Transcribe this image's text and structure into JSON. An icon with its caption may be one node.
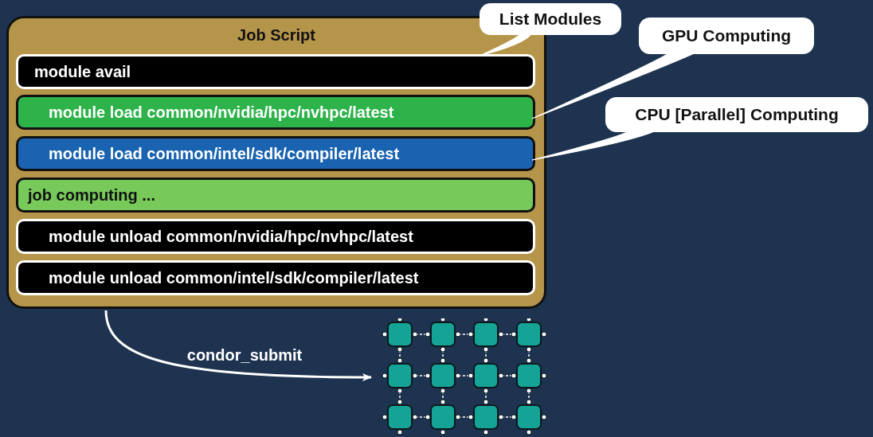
{
  "diagram": {
    "nodes": [
      {
        "text": [
          "Job Script"
        ]
      },
      {
        "text": [
          "module avail"
        ],
        "in": 0
      },
      {
        "text": [
          "module load common/nvidia/hpc/nvhpc/latest"
        ],
        "in": 0
      },
      {
        "text": [
          "module load common/intel/sdk/compiler/latest"
        ],
        "in": 0
      },
      {
        "text": [
          "job computing ..."
        ],
        "in": 0
      },
      {
        "text": [
          "module unload common/nvidia/hpc/nvhpc/latest"
        ],
        "in": 0
      },
      {
        "text": [
          "module unload common/intel/sdk/compiler/latest"
        ],
        "in": 0
      },
      {
        "text": [
          "List Modules"
        ]
      },
      {
        "text": [
          "GPU Computing"
        ]
      },
      {
        "text": [
          "CPU [Parallel] Computing"
        ]
      },
      {
        "text": [],
        "shape": "picture"
      }
    ],
    "edges": [
      {
        "from": 7,
        "to": 1,
        "arrow": "none"
      },
      {
        "from": 8,
        "to": 2,
        "arrow": "none"
      },
      {
        "from": 9,
        "to": 3,
        "arrow": "none"
      },
      {
        "from": 0,
        "to": 10,
        "arrow": "to",
        "label": "condor_submit"
      }
    ]
  }
}
